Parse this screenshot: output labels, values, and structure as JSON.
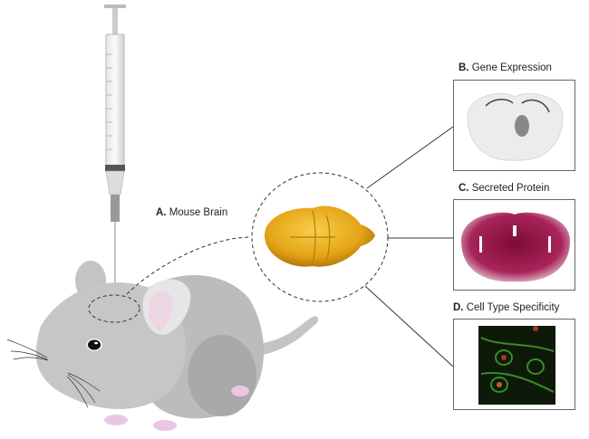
{
  "labels": {
    "a_letter": "A.",
    "a_text": "Mouse Brain",
    "b_letter": "B.",
    "b_text": "Gene Expression",
    "c_letter": "C.",
    "c_text": "Secreted Protein",
    "d_letter": "D.",
    "d_text": "Cell Type Specificity"
  },
  "colors": {
    "mouse": "#b9b9b9",
    "brain": "#e8a91c",
    "protein": "#9b1545",
    "fluor": "#3a8a2a"
  }
}
